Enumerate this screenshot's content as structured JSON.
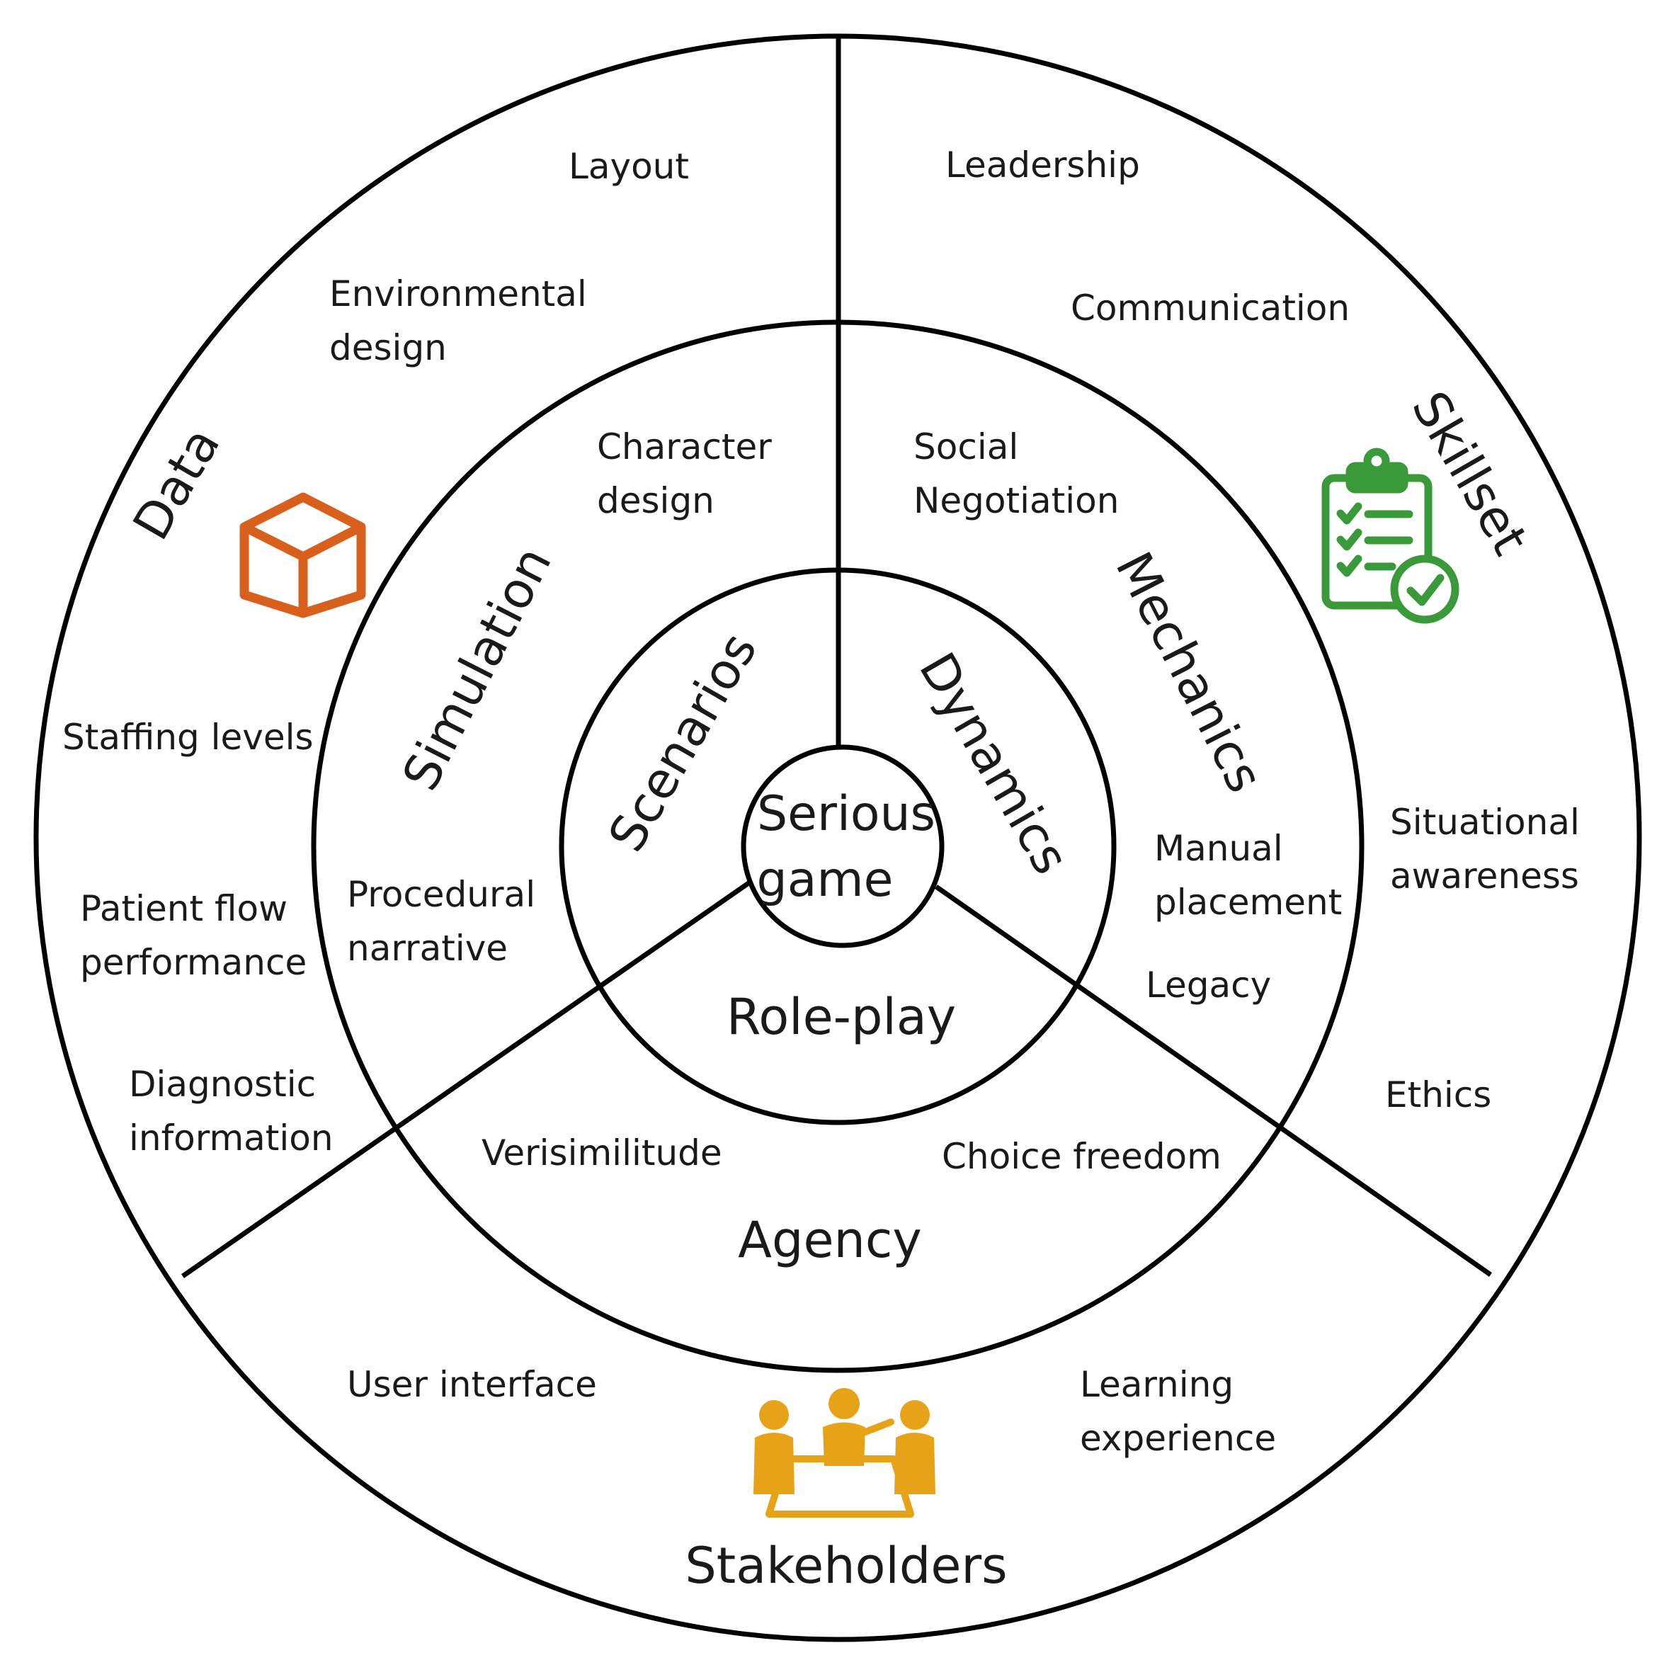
{
  "core": {
    "line1": "Serious",
    "line2": "game"
  },
  "inner_ring": {
    "scenarios": "Scenarios",
    "dynamics": "Dynamics",
    "role_play": "Role-play"
  },
  "middle_ring": {
    "simulation": "Simulation",
    "mechanics": "Mechanics",
    "agency": "Agency",
    "character_design": [
      "Character",
      "design"
    ],
    "social_negotiation": [
      "Social",
      "Negotiation"
    ],
    "procedural_narrative": [
      "Procedural",
      "narrative"
    ],
    "manual_placement": [
      "Manual",
      "placement"
    ],
    "legacy": "Legacy",
    "verisimilitude": "Verisimilitude",
    "choice_freedom": "Choice freedom"
  },
  "outer_ring": {
    "data": "Data",
    "skillset": "Skillset",
    "stakeholders": "Stakeholders",
    "layout": "Layout",
    "environmental_design": [
      "Environmental",
      "design"
    ],
    "staffing_levels": "Staffing levels",
    "patient_flow": [
      "Patient flow",
      "performance"
    ],
    "diagnostic_information": [
      "Diagnostic",
      "information"
    ],
    "leadership": "Leadership",
    "communication": "Communication",
    "situational_awareness": [
      "Situational",
      "awareness"
    ],
    "ethics": "Ethics",
    "user_interface": "User interface",
    "learning_experience": [
      "Learning",
      "experience"
    ]
  },
  "icons": {
    "data": "cube-icon",
    "skillset": "clipboard-checklist-icon",
    "stakeholders": "meeting-people-icon"
  },
  "colors": {
    "data_icon": "#d9601c",
    "skillset_icon": "#3a9a3a",
    "stakeholders_icon": "#e6a317"
  }
}
